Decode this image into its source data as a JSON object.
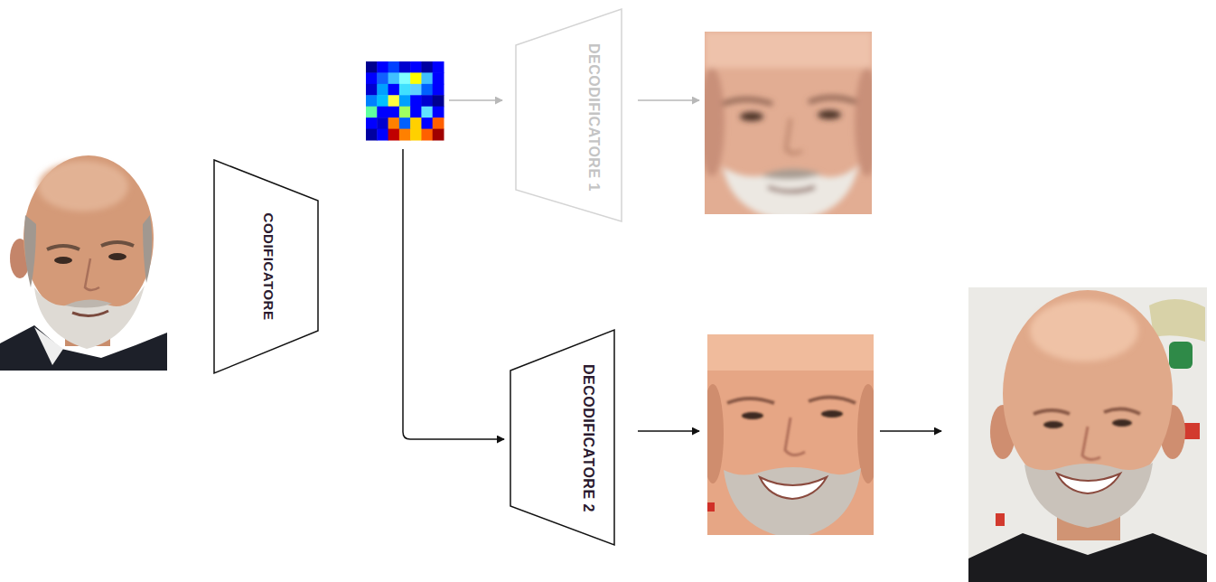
{
  "diagram": {
    "nodes": [
      {
        "text": [
          "CODIFICATORE"
        ]
      },
      {
        "text": [
          "DECODIFICATORE 1"
        ]
      },
      {
        "text": [
          "DECODIFICATORE 2"
        ]
      }
    ]
  }
}
